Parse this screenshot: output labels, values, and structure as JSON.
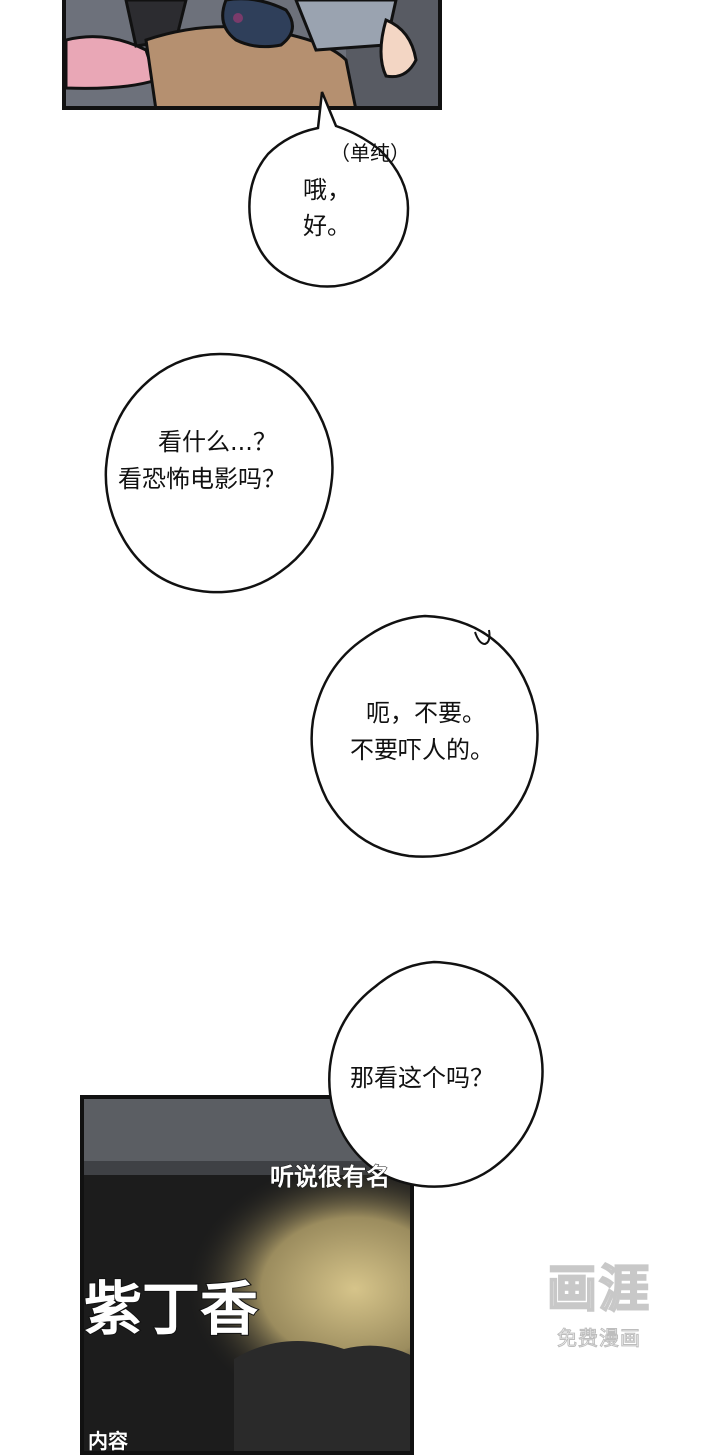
{
  "panel_top": {},
  "bubbles": {
    "b1": {
      "aside": "（单纯）",
      "line1": "哦，",
      "line2": "好。"
    },
    "b2": {
      "line1": "看什么...？",
      "line2": "看恐怖电影吗？"
    },
    "b3": {
      "line1": "呃，不要。",
      "line2": "不要吓人的。"
    },
    "b4": {
      "line1": "那看这个吗？"
    }
  },
  "panel_bottom": {
    "caption_famous": "听说很有名",
    "movie_title": "紫丁香",
    "caption_partial": "内容"
  },
  "watermark": {
    "logo": "画涯",
    "subtitle": "免费漫画"
  }
}
